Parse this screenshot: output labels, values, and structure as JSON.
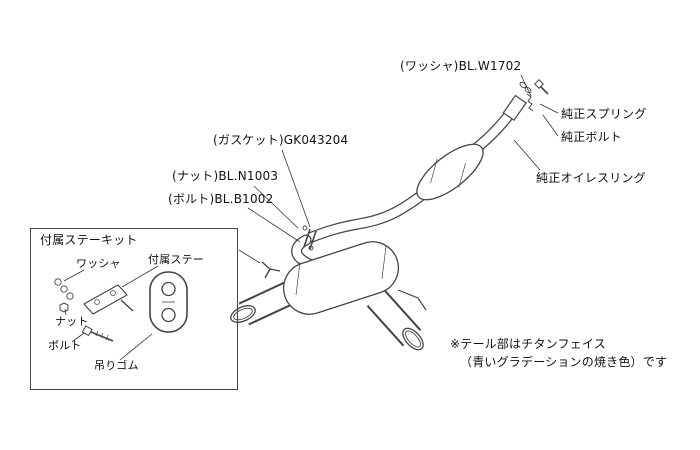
{
  "diagram_title": "exhaust-system-parts-diagram",
  "labels": {
    "washer_part": "(ワッシャ)BL.W1702",
    "spring": "純正スプリング",
    "oem_bolt": "純正ボルト",
    "oiles_ring": "純正オイレスリング",
    "gasket": "(ガスケット)GK043204",
    "nut": "(ナット)BL.N1003",
    "bolt": "(ボルト)BL.B1002"
  },
  "stay_kit": {
    "title": "付属ステーキット",
    "items": {
      "washer": "ワッシャ",
      "stay": "付属ステー",
      "nut": "ナット",
      "bolt": "ボルト",
      "hanger_rubber": "吊りゴム"
    }
  },
  "note": {
    "line1": "※テール部はチタンフェイス",
    "line2": "（青いグラデーションの焼き色）です"
  },
  "colors": {
    "line": "#444444",
    "leader": "#333333",
    "text": "#111111",
    "background": "#ffffff"
  }
}
